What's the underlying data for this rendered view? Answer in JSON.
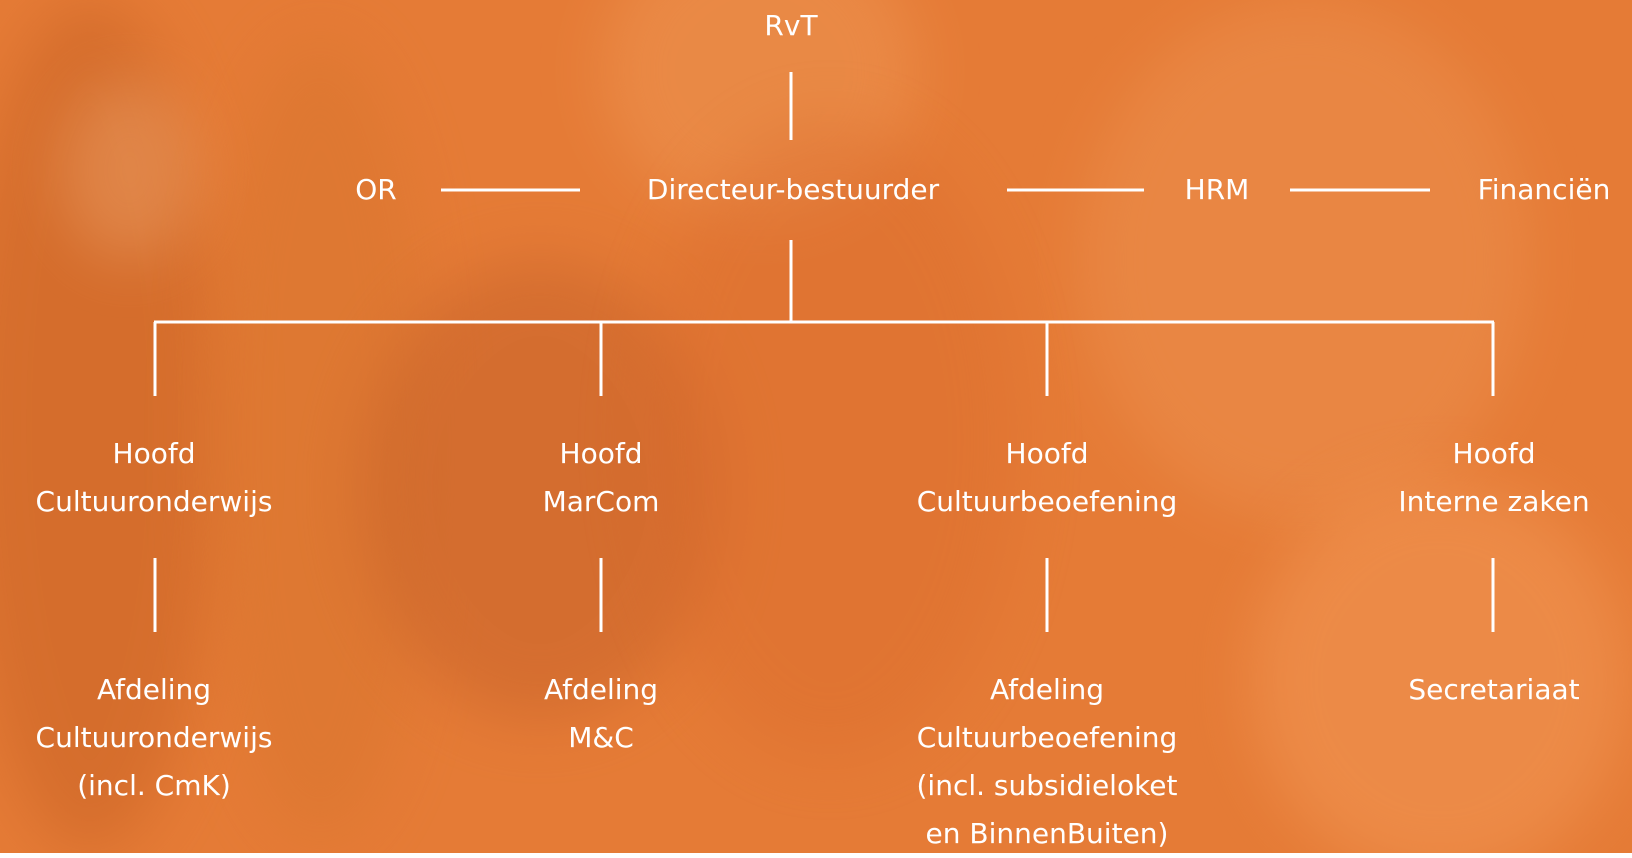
{
  "org_chart": {
    "top": "RvT",
    "middle": {
      "left": "OR",
      "center": "Directeur-bestuurder",
      "right1": "HRM",
      "right2": "Financiën"
    },
    "heads": [
      {
        "line1": "Hoofd",
        "line2": "Cultuuronderwijs"
      },
      {
        "line1": "Hoofd",
        "line2": "MarCom"
      },
      {
        "line1": "Hoofd",
        "line2": "Cultuurbeoefening"
      },
      {
        "line1": "Hoofd",
        "line2": "Interne zaken"
      }
    ],
    "departments": [
      {
        "lines": [
          "Afdeling",
          "Cultuuronderwijs",
          "(incl. CmK)"
        ]
      },
      {
        "lines": [
          "Afdeling",
          "M&C"
        ]
      },
      {
        "lines": [
          "Afdeling",
          "Cultuurbeoefening",
          "(incl. subsidieloket",
          "en BinnenBuiten)"
        ]
      },
      {
        "lines": [
          "Secretariaat"
        ]
      }
    ]
  },
  "colors": {
    "background": "#e57b36",
    "text": "#ffffff",
    "lines": "#ffffff"
  }
}
